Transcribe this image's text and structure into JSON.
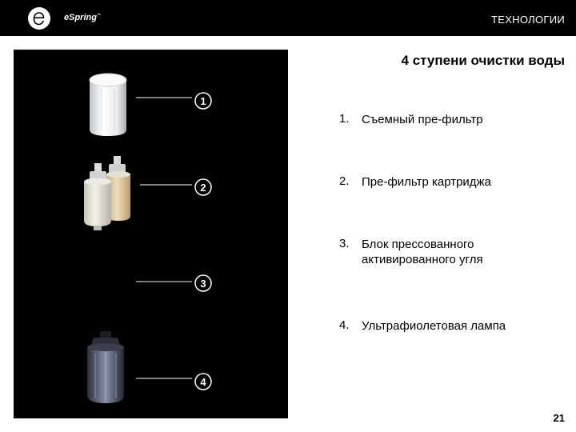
{
  "header": {
    "brand_name": "eSpring",
    "brand_tm": "™",
    "section_title": "ТЕХНОЛОГИИ",
    "background_color": "#000000"
  },
  "photo_panel": {
    "background_color": "#000000",
    "badges": [
      "1",
      "2",
      "3",
      "4"
    ],
    "images": [
      "removable-pre-filter-image",
      "cartridge-pre-filter-image",
      "uv-lamp-image"
    ]
  },
  "main": {
    "heading": "4 ступени очистки воды",
    "steps": [
      {
        "number": "1.",
        "text": "Съемный пре-фильтр"
      },
      {
        "number": "2.",
        "text": "Пре-фильтр картриджа"
      },
      {
        "number": "3.",
        "text": "Блок прессованного активированного угля"
      },
      {
        "number": "4.",
        "text": "Ультрафиолетовая лампа"
      }
    ]
  },
  "footer": {
    "page_number": "21"
  }
}
